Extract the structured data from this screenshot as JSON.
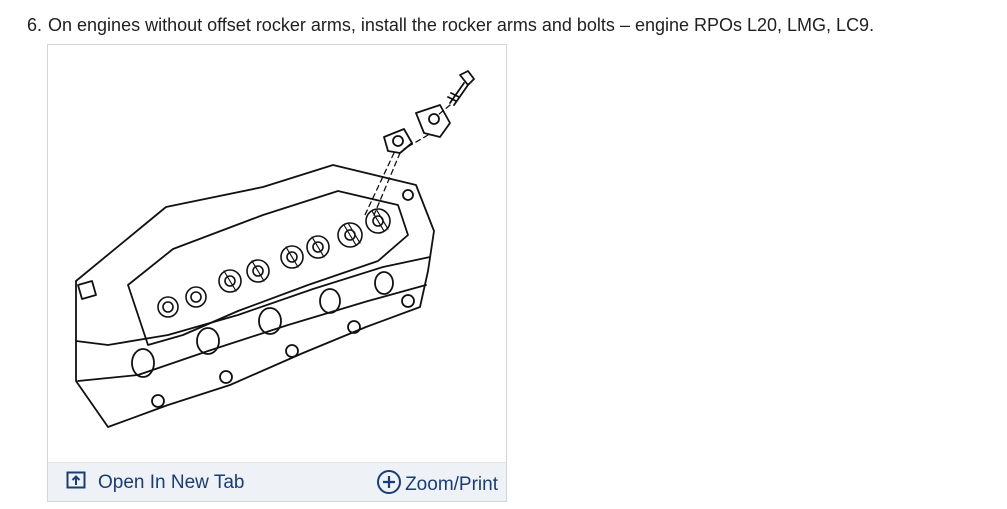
{
  "step": {
    "number": "6.",
    "text": "On engines without offset rocker arms, install the rocker arms and bolts – engine RPOs L20, LMG, LC9."
  },
  "figure": {
    "open_tab_label": "Open In New Tab",
    "zoom_label": "Zoom/Print"
  },
  "colors": {
    "link": "#1a3d73",
    "caption_bg": "#eef2f7",
    "border": "#cfd6de"
  },
  "icons": {
    "open": "open-in-new-tab-icon",
    "zoom": "plus-circle-icon"
  }
}
